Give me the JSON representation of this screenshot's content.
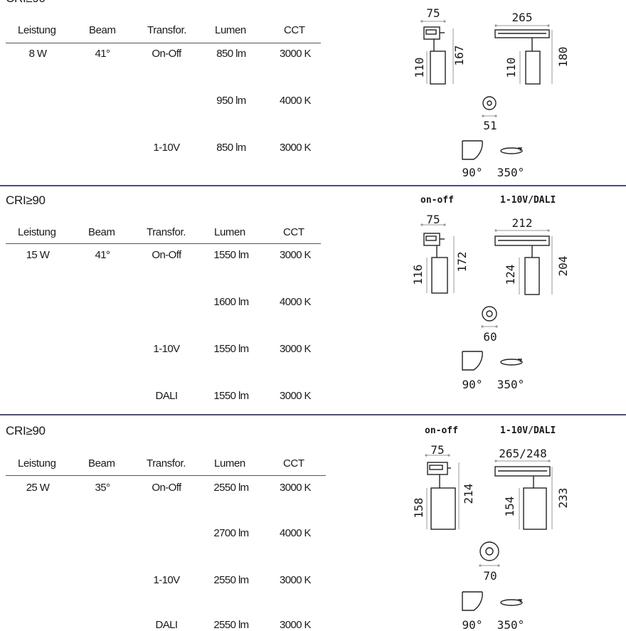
{
  "columns": [
    "Leistung",
    "Beam",
    "Transfor.",
    "Lumen",
    "CCT"
  ],
  "sections": [
    {
      "cri": "CRI≥90",
      "rows": [
        [
          "8 W",
          "41°",
          "On-Off",
          "850 lm",
          "3000 K"
        ],
        [
          "",
          "",
          "",
          "950 lm",
          "4000 K"
        ],
        [
          "",
          "",
          "1-10V",
          "850 lm",
          "3000 K"
        ]
      ],
      "drawing": {
        "label_onoff": "",
        "label_dali": "",
        "width_small": "75",
        "width_large": "265",
        "h1": "110",
        "h2": "167",
        "h3": "110",
        "h4": "180",
        "diameter": "51",
        "tilt": "90°",
        "rotation": "350°"
      }
    },
    {
      "cri": "CRI≥90",
      "rows": [
        [
          "15 W",
          "41°",
          "On-Off",
          "1550 lm",
          "3000 K"
        ],
        [
          "",
          "",
          "",
          "1600 lm",
          "4000 K"
        ],
        [
          "",
          "",
          "1-10V",
          "1550 lm",
          "3000 K"
        ],
        [
          "",
          "",
          "DALI",
          "1550 lm",
          "3000 K"
        ]
      ],
      "drawing": {
        "label_onoff": "on-off",
        "label_dali": "1-10V/DALI",
        "width_small": "75",
        "width_large": "212",
        "h1": "116",
        "h2": "172",
        "h3": "124",
        "h4": "204",
        "diameter": "60",
        "tilt": "90°",
        "rotation": "350°"
      }
    },
    {
      "cri": "CRI≥90",
      "rows": [
        [
          "25 W",
          "35°",
          "On-Off",
          "2550 lm",
          "3000 K"
        ],
        [
          "",
          "",
          "",
          "2700 lm",
          "4000 K"
        ],
        [
          "",
          "",
          "1-10V",
          "2550 lm",
          "3000 K"
        ],
        [
          "",
          "",
          "DALI",
          "2550 lm",
          "3000 K"
        ]
      ],
      "drawing": {
        "label_onoff": "on-off",
        "label_dali": "1-10V/DALI",
        "width_small": "75",
        "width_large": "265/248",
        "h1": "158",
        "h2": "214",
        "h3": "154",
        "h4": "233",
        "diameter": "70",
        "tilt": "90°",
        "rotation": "350°"
      }
    }
  ]
}
